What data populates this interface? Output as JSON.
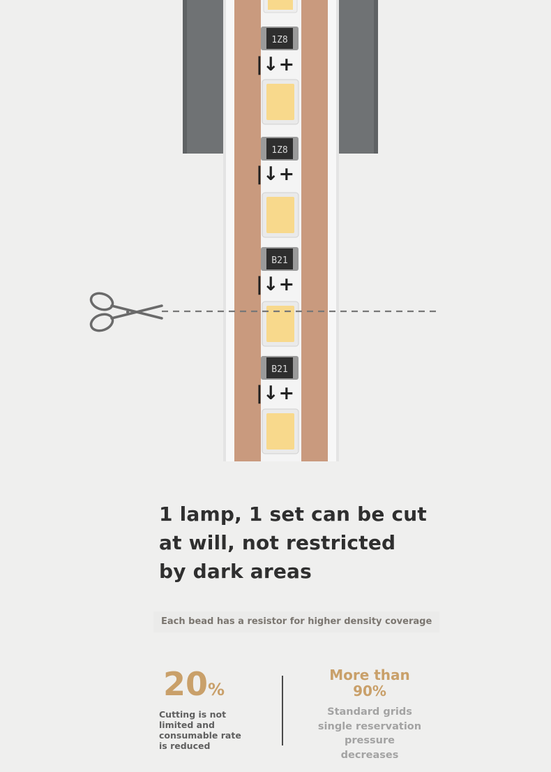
{
  "strip": {
    "resistor_codes": [
      "1Z8",
      "1Z8",
      "B21",
      "B21"
    ],
    "polarity_marks": [
      "|↓+",
      "|↓+",
      "|↓+",
      "|↓+"
    ],
    "colors": {
      "background": "#efefee",
      "channel": "#6f7274",
      "pcb_white": "#f7f7f7",
      "copper": "#c99a7e",
      "led_yellow": "#f8d98c",
      "resistor_dark": "#2e2e2e",
      "scissors": "#6a6a6a"
    }
  },
  "headline": {
    "line1": "1 lamp, 1 set can be cut",
    "line2": "at will, not restricted",
    "line3": "by dark areas"
  },
  "subtitle": "Each bead has a resistor for higher density coverage",
  "stats": {
    "left": {
      "value": "20",
      "unit": "%",
      "description": "Cutting is not limited and consumable rate is reduced"
    },
    "right": {
      "title_line1": "More than",
      "title_line2": "90%",
      "description_line1": "Standard grids",
      "description_line2": "single reservation",
      "description_line3": "pressure decreases"
    }
  },
  "accent_color": "#c9a06a"
}
